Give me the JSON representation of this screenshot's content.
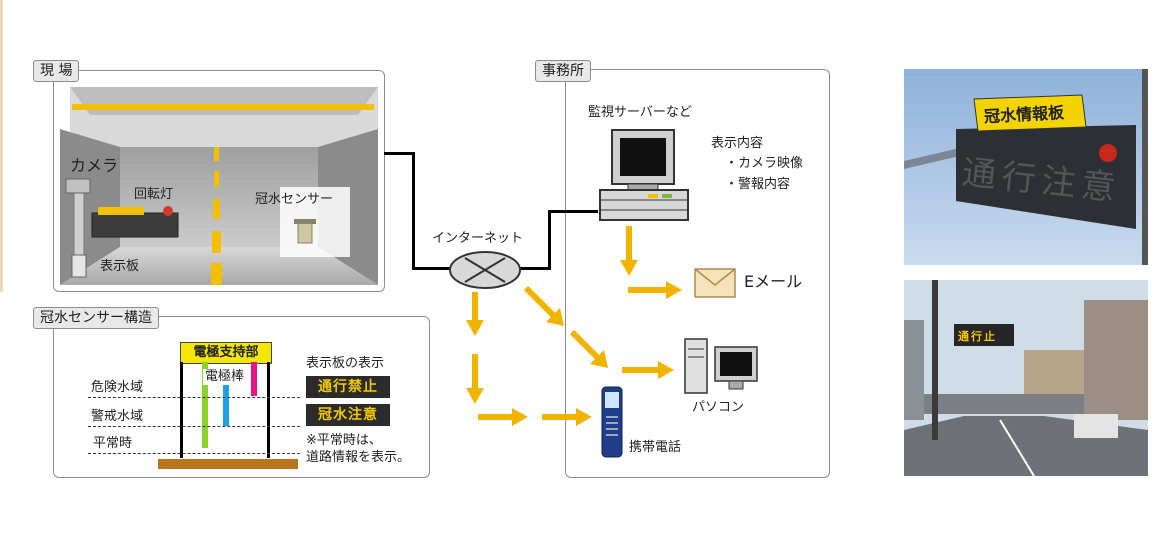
{
  "site": {
    "tab_label": "現 場",
    "camera_label": "カメラ",
    "beacon_label": "回転灯",
    "sensor_label": "冠水センサー",
    "display_board_label": "表示板"
  },
  "network": {
    "internet_label": "インターネット"
  },
  "office": {
    "tab_label": "事務所",
    "server_label": "監視サーバーなど",
    "content_title": "表示内容",
    "content_items": [
      "・カメラ映像",
      "・警報内容"
    ],
    "email_label": "Eメール",
    "pc_label": "パソコン",
    "mobile_label": "携帯電話"
  },
  "sensor_structure": {
    "tab_label": "冠水センサー構造",
    "electrode_support_label": "電極支持部",
    "electrode_rod_label": "電極棒",
    "levels": [
      "危険水域",
      "警戒水域",
      "平常時"
    ],
    "board_display_title": "表示板の表示",
    "sign_danger": "通行禁止",
    "sign_warning": "冠水注意",
    "note_line1": "※平常時は、",
    "note_line2": "道路情報を表示。"
  },
  "photos": {
    "top_sign_header": "冠水情報板",
    "top_sign_text": "通行注意",
    "bottom_sign_text": "通行止"
  },
  "colors": {
    "arrow": "#f0b400",
    "sign_text": "#f3c800",
    "electrode_green": "#8cd02a",
    "electrode_blue": "#1ea0e6",
    "electrode_magenta": "#e8158a",
    "base_plate": "#b7741a"
  }
}
